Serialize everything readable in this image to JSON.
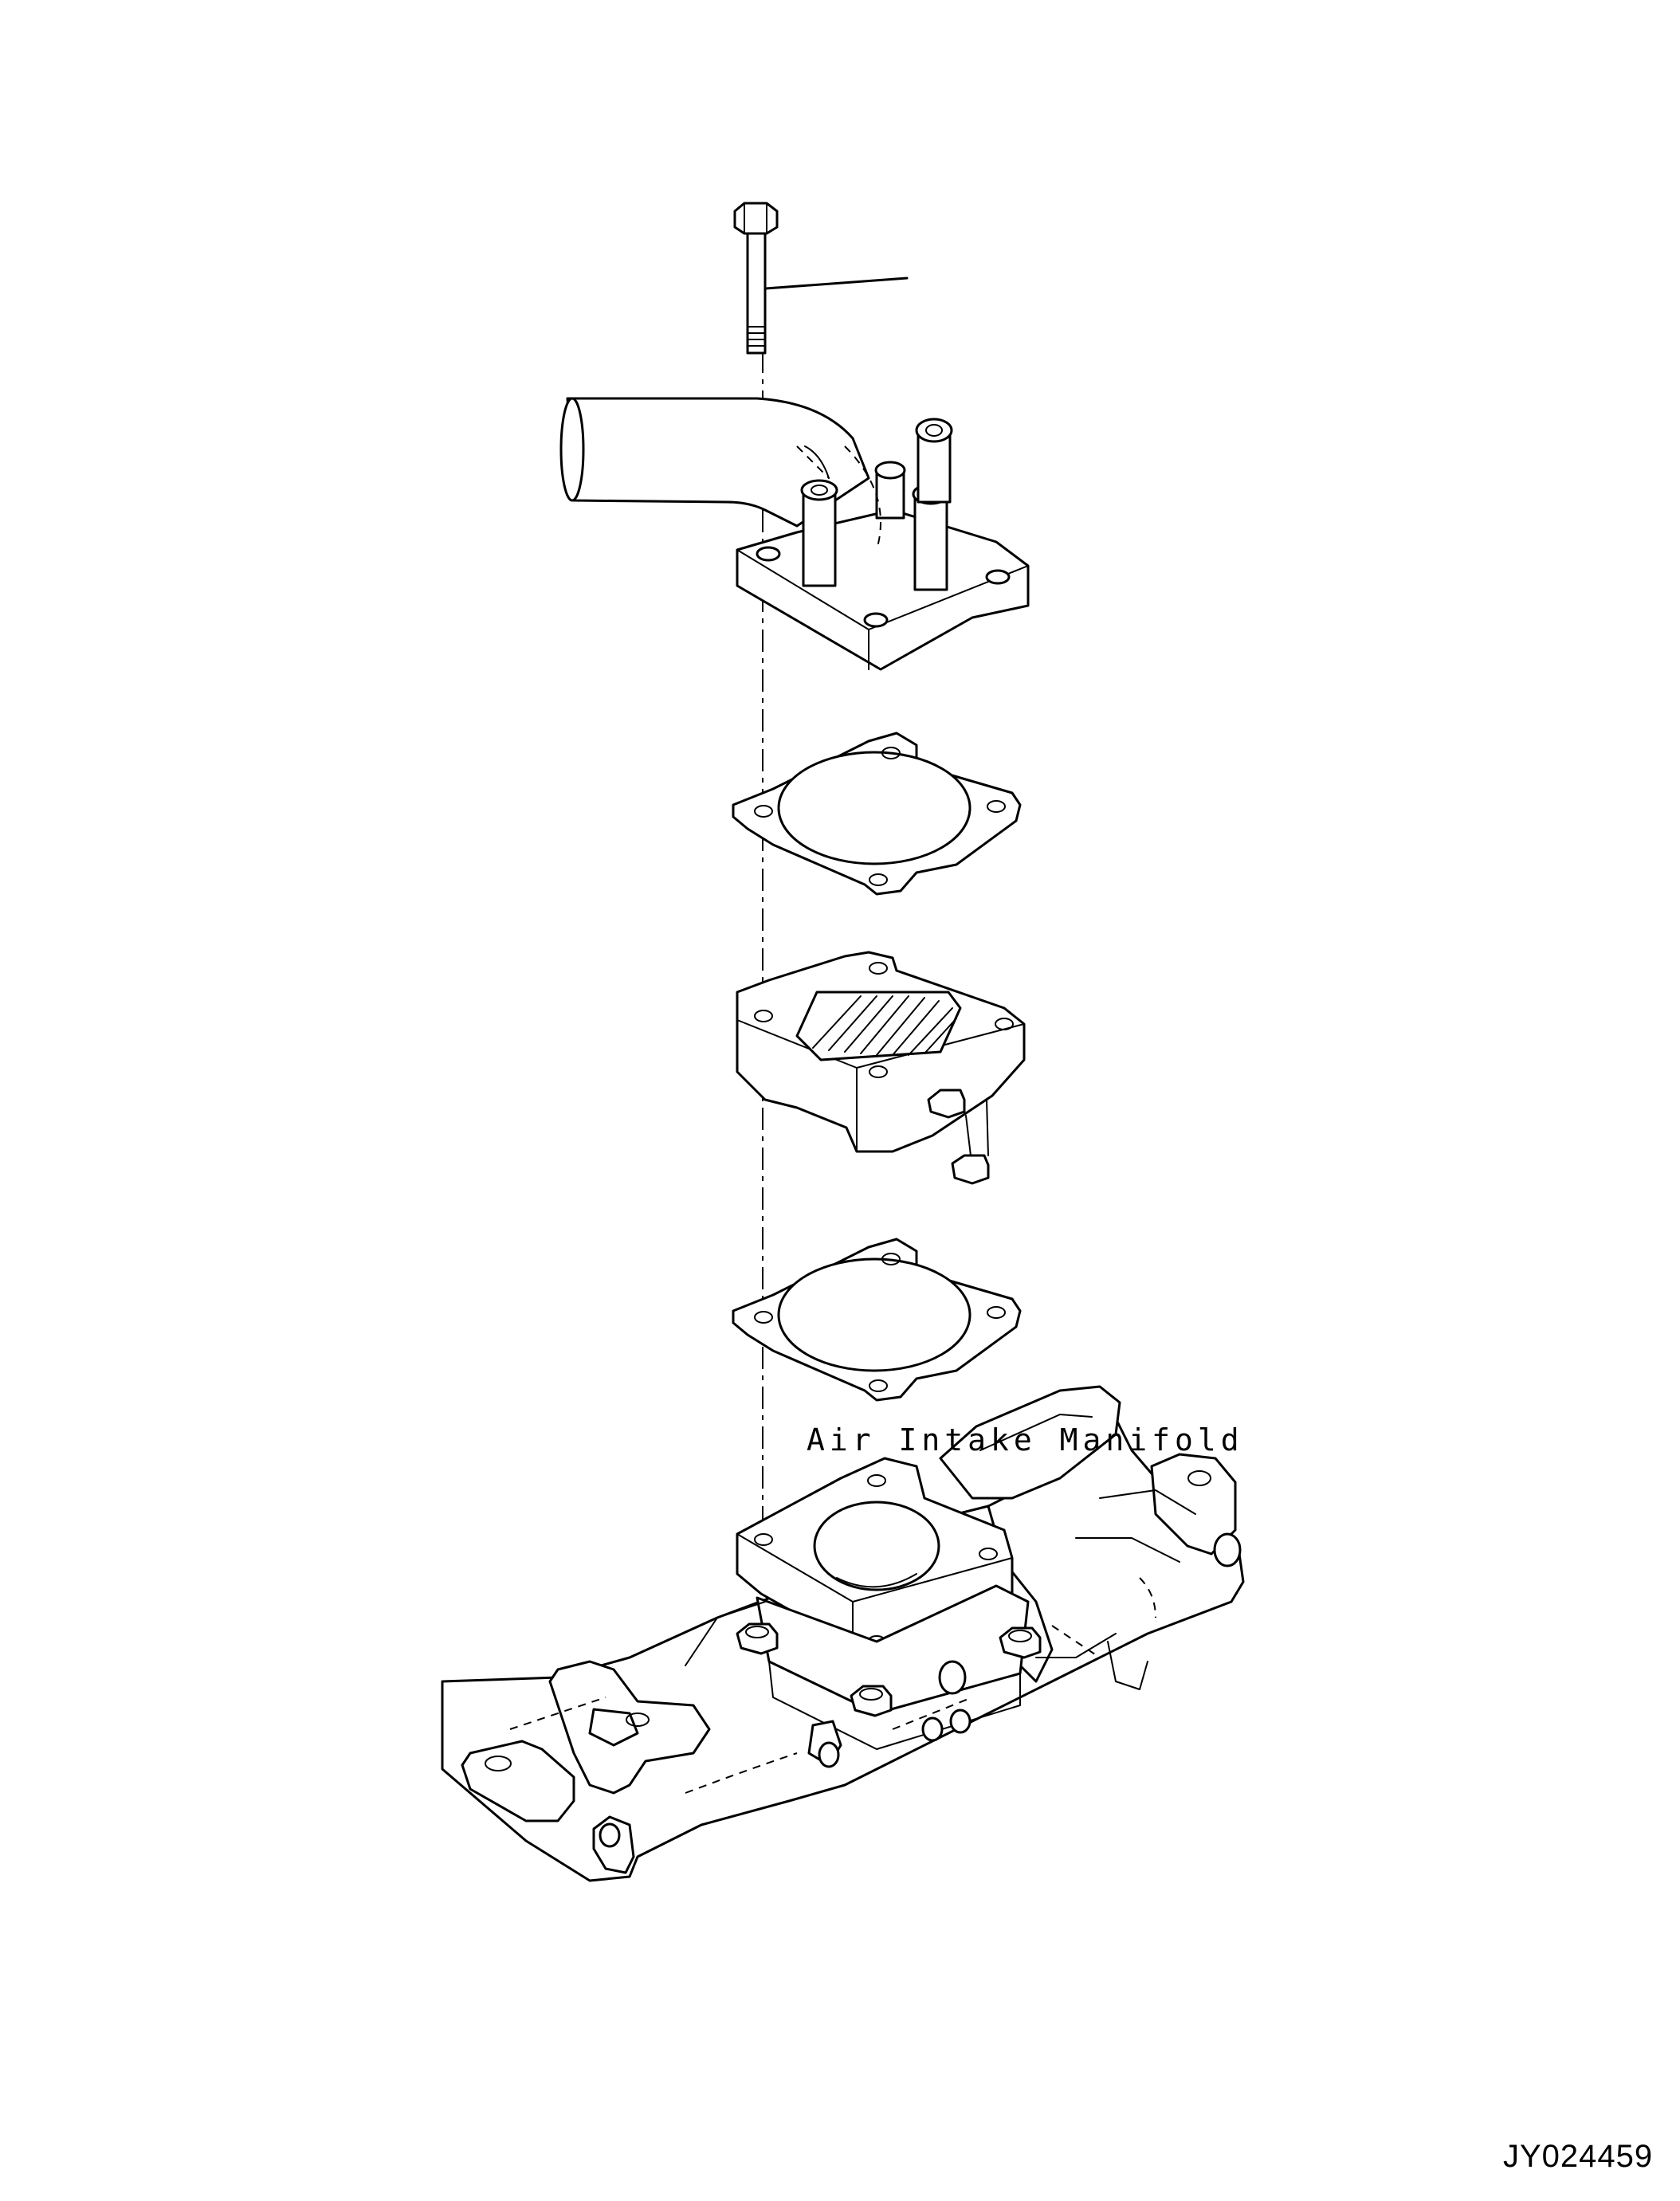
{
  "labels": {
    "manifold": "Air Intake Manifold",
    "drawing_id": "JY024459"
  },
  "parts": [
    "bolt",
    "elbow-connector",
    "upper-gasket",
    "intake-heater",
    "lower-gasket",
    "air-intake-manifold"
  ],
  "colors": {
    "line": "#000000",
    "background": "#ffffff"
  }
}
